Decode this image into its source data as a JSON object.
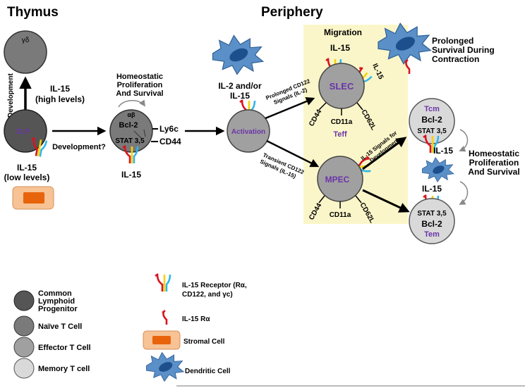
{
  "sections": {
    "thymus": "Thymus",
    "periphery": "Periphery"
  },
  "cells": {
    "gd": "γδ",
    "clp": "CLP",
    "ab": "αβ",
    "naive_bcl2": "Bcl-2",
    "naive_stat": "STAT 3,5",
    "activation": "Activation",
    "slec": "SLEC",
    "mpec": "MPEC",
    "tcm": "Tcm",
    "tcm_bcl2": "Bcl-2",
    "tcm_stat": "STAT 3,5",
    "tem": "Tem",
    "tem_bcl2": "Bcl-2",
    "tem_stat": "STAT 3,5"
  },
  "labels": {
    "development": "Development",
    "il15_high_1": "IL-15",
    "il15_high_2": "(high levels)",
    "development_q": "Development?",
    "il15_low_1": "IL-15",
    "il15_low_2": "(low levels)",
    "homeo_1_line1": "Homeostatic",
    "homeo_1_line2": "Proliferation",
    "homeo_1_line3": "And Survival",
    "ly6c": "Ly6c",
    "cd44_naive": "CD44",
    "il15_naive": "IL-15",
    "il2_line1": "IL-2 and/or",
    "il2_line2": "IL-15",
    "prolonged_cd122_1": "Prolonged CD122",
    "prolonged_cd122_2": "Signals (IL-2)",
    "transient_cd122_1": "Transient CD122",
    "transient_cd122_2": "Signals (IL-15)",
    "migration": "Migration",
    "il15_migration": "IL-15",
    "il15_slec_side": "IL-15",
    "slec_cd44": "CD44",
    "slec_cd11a": "CD11a",
    "slec_cd62l": "CD62L",
    "teff": "Teff",
    "mpec_cd44": "CD44",
    "mpec_cd11a": "CD11a",
    "mpec_cd62l": "CD62L",
    "prolonged_survival_1": "Prolonged",
    "prolonged_survival_2": "Survival During",
    "prolonged_survival_3": "Contraction",
    "il15_dev_1": "IL-15 Signals for",
    "il15_dev_2": "Development",
    "il15_mem_top": "IL-15",
    "il15_mem_bottom": "IL-15",
    "homeo_2_line1": "Homeostatic",
    "homeo_2_line2": "Proliferation",
    "homeo_2_line3": "And Survival"
  },
  "legend": {
    "clp_1": "Common",
    "clp_2": "Lymphoid",
    "clp_3": "Progenitor",
    "naive": "Naïve T Cell",
    "effector": "Effector T Cell",
    "memory": "Memory T cell",
    "receptor_1": "IL-15 Receptor (Rα,",
    "receptor_2": "CD122, and γc)",
    "ralpha": "IL-15 Rα",
    "stromal": "Stromal Cell",
    "dendritic": "Dendritic Cell"
  },
  "colors": {
    "clp": "#555555",
    "naive": "#7a7a7a",
    "effector": "#a0a0a0",
    "memory": "#d9d9d9",
    "migration_bg": "#fbf6c9",
    "stromal_fill": "#f7c294",
    "stromal_core": "#e8640c",
    "dc_body": "#5a8fc8",
    "dc_nucleus": "#1d4f8c",
    "receptor_red": "#d9141e",
    "receptor_yellow": "#f5d20a",
    "receptor_cyan": "#32b6e6",
    "accent_purple": "#6b35a8"
  }
}
